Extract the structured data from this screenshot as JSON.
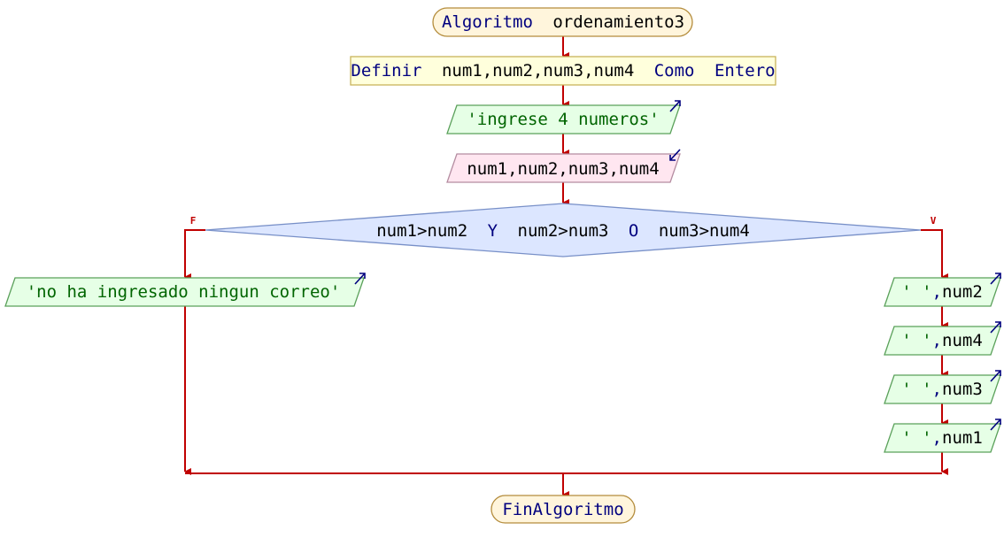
{
  "colors": {
    "edge": "#c00000",
    "terminal_fill": "#fff5dc",
    "terminal_border": "#b48c3c",
    "process_fill": "#ffffdc",
    "process_border": "#c8b45a",
    "output_fill": "#e6ffe6",
    "output_border": "#5aa05a",
    "input_fill": "#ffe6f0",
    "input_border": "#b48ca0",
    "decision_fill": "#dce6ff",
    "decision_border": "#7890c8",
    "keyword": "#00007f",
    "string": "#006400",
    "io_arrow": "#00007f"
  },
  "flowchart": {
    "start": {
      "keyword": "Algoritmo",
      "name": "ordenamiento3"
    },
    "define": {
      "keyword": "Definir",
      "vars": "num1,num2,num3,num4",
      "keyword2": "Como",
      "type": "Entero"
    },
    "write_prompt": {
      "text": "'ingrese 4 numeros'",
      "icon": "output-arrow-icon"
    },
    "read": {
      "text": "num1,num2,num3,num4",
      "icon": "input-arrow-icon"
    },
    "decision": {
      "part1": "num1>num2",
      "op1": "Y",
      "part2": "num2>num3",
      "op2": "O",
      "part3": "num3>num4",
      "false_label": "F",
      "true_label": "V"
    },
    "false_branch": {
      "text": "'no ha ingresado ningun correo'",
      "icon": "output-arrow-icon"
    },
    "true_branch": [
      {
        "str": "' '",
        "sep": ",",
        "var": "num2"
      },
      {
        "str": "' '",
        "sep": ",",
        "var": "num4"
      },
      {
        "str": "' '",
        "sep": ",",
        "var": "num3"
      },
      {
        "str": "' '",
        "sep": ",",
        "var": "num1"
      }
    ],
    "end": {
      "keyword": "FinAlgoritmo"
    }
  }
}
